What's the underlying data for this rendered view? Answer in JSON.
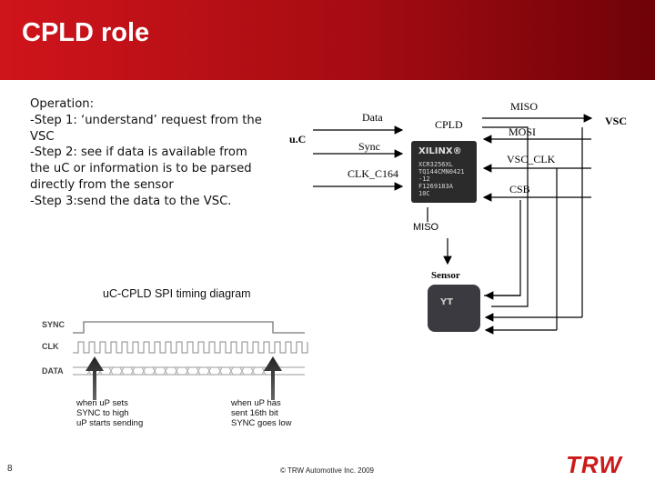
{
  "header": {
    "title": "CPLD role"
  },
  "operation": {
    "lines": [
      "Operation:",
      "-Step 1: ‘understand’ request from the VSC",
      "-Step 2: see if data is available from the uC or information is to be parsed directly from the sensor",
      "-Step 3:send the data to the VSC."
    ]
  },
  "diagram": {
    "uc": "u.C",
    "cpld": "CPLD",
    "vsc": "VSC",
    "sensor": "Sensor",
    "signals": {
      "data": "Data",
      "sync": "Sync",
      "clk_c164": "CLK_C164",
      "miso_top": "MISO",
      "mosi": "MOSI",
      "vsc_clk": "VSC_CLK",
      "csb": "CSB",
      "miso_bottom": "MISO"
    }
  },
  "chip": {
    "logo": "XILINX®",
    "marking": "XCR3256XL\nTQ144CMN0421\n-12\nF1269183A\n10C"
  },
  "sensor_part": {
    "label": "YT"
  },
  "timing": {
    "title": "uC-CPLD SPI timing diagram",
    "signals": [
      "SYNC",
      "CLK",
      "DATA"
    ],
    "note_left": [
      "when uP sets",
      "SYNC to high",
      "uP starts sending"
    ],
    "note_right": [
      "when uP has",
      "sent 16th bit",
      "SYNC goes low"
    ]
  },
  "footer": {
    "page_number": "8",
    "copyright": "© TRW Automotive Inc. 2009",
    "logo": "TRW"
  },
  "colors": {
    "header_red": "#d0141b",
    "header_dark": "#6e0208",
    "logo_red": "#cc1a1a"
  }
}
